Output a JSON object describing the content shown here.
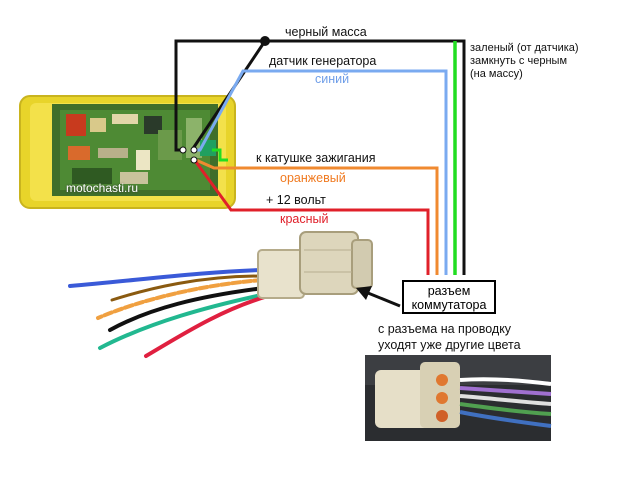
{
  "labels": {
    "black_ground": "черный  масса",
    "generator_sensor": "датчик генератора",
    "blue": "синий",
    "green_note_line1": "заленый (от датчика)",
    "green_note_line2": "замкнуть с черным",
    "green_note_line3": "(на массу)",
    "ignition_coil": "к катушке зажигания",
    "orange": "оранжевый",
    "plus12": "+ 12 вольт",
    "red": "красный",
    "connector_line1": "разъем",
    "connector_line2": "коммутатора",
    "note_line1": "с разъема на проводку",
    "note_line2": "уходят уже другие цвета",
    "watermark": "motochasti.ru"
  },
  "colors": {
    "black_wire": "#111111",
    "blue_wire": "#7aaaf0",
    "green_wire": "#22dd22",
    "orange_wire": "#f08a30",
    "red_wire": "#e0202a",
    "blue_text": "#6f9ee8",
    "orange_text": "#f07a20",
    "red_text": "#e0202a",
    "module_yellow": "#f0dc30"
  }
}
